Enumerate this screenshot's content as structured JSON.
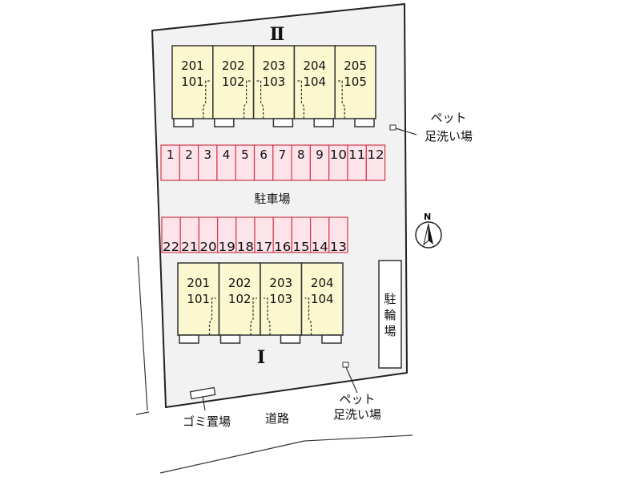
{
  "building_2": {
    "label": "Ⅱ",
    "units": [
      {
        "upper": "201",
        "lower": "101"
      },
      {
        "upper": "202",
        "lower": "102"
      },
      {
        "upper": "203",
        "lower": "103"
      },
      {
        "upper": "204",
        "lower": "104"
      },
      {
        "upper": "205",
        "lower": "105"
      }
    ]
  },
  "building_1": {
    "label": "Ⅰ",
    "units": [
      {
        "upper": "201",
        "lower": "101"
      },
      {
        "upper": "202",
        "lower": "102"
      },
      {
        "upper": "203",
        "lower": "103"
      },
      {
        "upper": "204",
        "lower": "104"
      }
    ]
  },
  "parking": {
    "label": "駐車場",
    "top_row": [
      "1",
      "2",
      "3",
      "4",
      "5",
      "6",
      "7",
      "8",
      "9",
      "10",
      "11",
      "12"
    ],
    "bottom_row": [
      "22",
      "21",
      "20",
      "19",
      "18",
      "17",
      "16",
      "15",
      "14",
      "13"
    ]
  },
  "bicycle_parking": {
    "chars": [
      "駐",
      "輪",
      "場"
    ]
  },
  "pet_wash_top": {
    "line1": "ペット",
    "line2": "足洗い場"
  },
  "pet_wash_bottom": {
    "line1": "ペット",
    "line2": "足洗い場"
  },
  "garbage": "ゴミ置場",
  "road": "道路",
  "compass": "N"
}
